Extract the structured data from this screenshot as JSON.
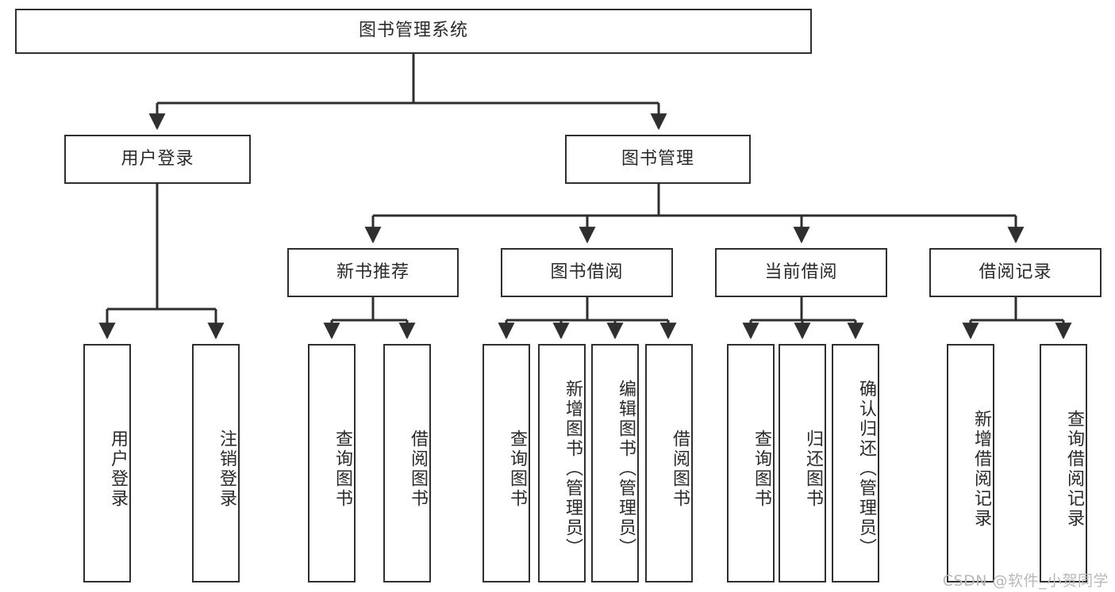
{
  "diagram": {
    "type": "tree-hierarchy-chart",
    "title_node": "图书管理系统",
    "watermark": "CSDN @软件_小贺同学",
    "colors": {
      "box_border": "#2f2f2f",
      "box_fill": "#ffffff",
      "connector": "#2f2f2f",
      "text": "#2a2a2a",
      "watermark": "#b9b9b9"
    },
    "levels": {
      "level0": [
        {
          "id": "root",
          "label": "图书管理系统",
          "orientation": "horizontal"
        }
      ],
      "level1": [
        {
          "id": "n-login",
          "label": "用户登录",
          "orientation": "horizontal"
        },
        {
          "id": "n-bookmgmt",
          "label": "图书管理",
          "orientation": "horizontal"
        }
      ],
      "level2": [
        {
          "id": "n-newbook",
          "label": "新书推荐",
          "orientation": "horizontal"
        },
        {
          "id": "n-borrow",
          "label": "图书借阅",
          "orientation": "horizontal"
        },
        {
          "id": "n-current",
          "label": "当前借阅",
          "orientation": "horizontal"
        },
        {
          "id": "n-record",
          "label": "借阅记录",
          "orientation": "horizontal"
        }
      ],
      "level3": [
        {
          "id": "l-userlogin",
          "label": "用户登录",
          "orientation": "vertical",
          "parent": "n-login"
        },
        {
          "id": "l-logout",
          "label": "注销登录",
          "orientation": "vertical",
          "parent": "n-login"
        },
        {
          "id": "l-querybook-1",
          "label": "查询图书",
          "orientation": "vertical",
          "parent": "n-newbook"
        },
        {
          "id": "l-borrowbook-1",
          "label": "借阅图书",
          "orientation": "vertical",
          "parent": "n-newbook"
        },
        {
          "id": "l-querybook-2",
          "label": "查询图书",
          "orientation": "vertical",
          "parent": "n-borrow"
        },
        {
          "id": "l-addbook",
          "label": "新增图书（管理员）",
          "orientation": "vertical",
          "parent": "n-borrow"
        },
        {
          "id": "l-editbook",
          "label": "编辑图书（管理员）",
          "orientation": "vertical",
          "parent": "n-borrow"
        },
        {
          "id": "l-borrowbook-2",
          "label": "借阅图书",
          "orientation": "vertical",
          "parent": "n-borrow"
        },
        {
          "id": "l-querybook-3",
          "label": "查询图书",
          "orientation": "vertical",
          "parent": "n-current"
        },
        {
          "id": "l-returnbook",
          "label": "归还图书",
          "orientation": "vertical",
          "parent": "n-current"
        },
        {
          "id": "l-confirmreturn",
          "label": "确认归还（管理员）",
          "orientation": "vertical",
          "parent": "n-current"
        },
        {
          "id": "l-addrecord",
          "label": "新增借阅记录",
          "orientation": "vertical",
          "parent": "n-record"
        },
        {
          "id": "l-queryrecord",
          "label": "查询借阅记录",
          "orientation": "vertical",
          "parent": "n-record"
        }
      ]
    }
  }
}
